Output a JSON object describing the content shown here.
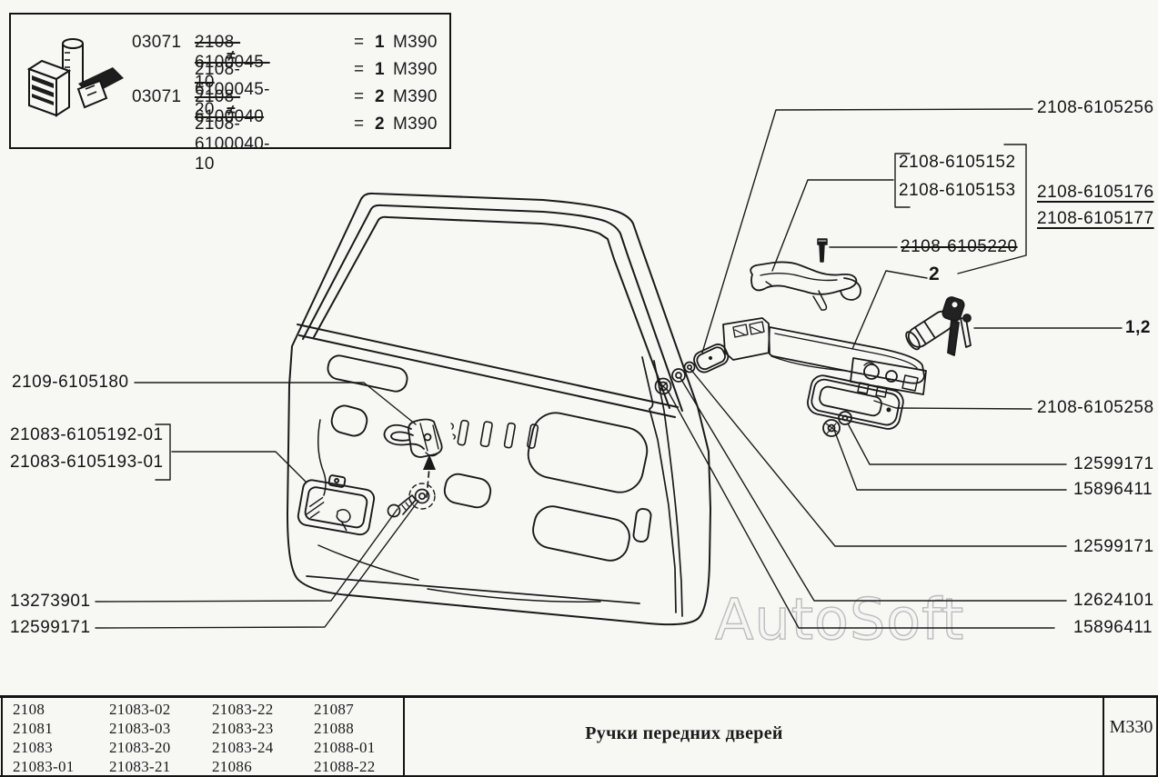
{
  "info_box": {
    "rows": [
      {
        "prefix": "03071",
        "number": "2108-6100045-10",
        "strike": true,
        "neq": "≠",
        "eq": "=",
        "qty": "1",
        "code": "М390"
      },
      {
        "prefix": "",
        "number": "2108-6100045-20",
        "strike": false,
        "neq": "",
        "eq": "=",
        "qty": "1",
        "code": "М390"
      },
      {
        "prefix": "03071",
        "number": "2108-6100040",
        "strike": true,
        "neq": "≠",
        "eq": "=",
        "qty": "2",
        "code": "М390"
      },
      {
        "prefix": "",
        "number": "2108-6100040-10",
        "strike": false,
        "neq": "",
        "eq": "=",
        "qty": "2",
        "code": "М390"
      }
    ]
  },
  "labels": {
    "l256": "2108-6105256",
    "l152": "2108-6105152",
    "l153": "2108-6105153",
    "l176": "2108-6105176",
    "l177": "2108-6105177",
    "l220": "2108-6105220",
    "callout2": "2",
    "callout12": "1,2",
    "l258": "2108-6105258",
    "r1": "12599171",
    "r2": "15896411",
    "r3": "12599171",
    "r4": "12624101",
    "r5": "15896411",
    "l180": "2109-6105180",
    "l192": "21083-6105192-01",
    "l193": "21083-6105193-01",
    "l13": "13273901",
    "l12": "12599171"
  },
  "footer": {
    "models": [
      [
        "2108",
        "21083-02",
        "21083-22",
        "21087"
      ],
      [
        "21081",
        "21083-03",
        "21083-23",
        "21088"
      ],
      [
        "21083",
        "21083-20",
        "21083-24",
        "21088-01"
      ],
      [
        "21083-01",
        "21083-21",
        "21086",
        "21088-22"
      ]
    ],
    "title": "Ручки передних дверей",
    "page_code": "М330"
  },
  "watermark": "AutoSoft",
  "colors": {
    "ink": "#1a1a1a",
    "watermark_outline": "#bdbdbd",
    "background": "#f7f7f4"
  }
}
